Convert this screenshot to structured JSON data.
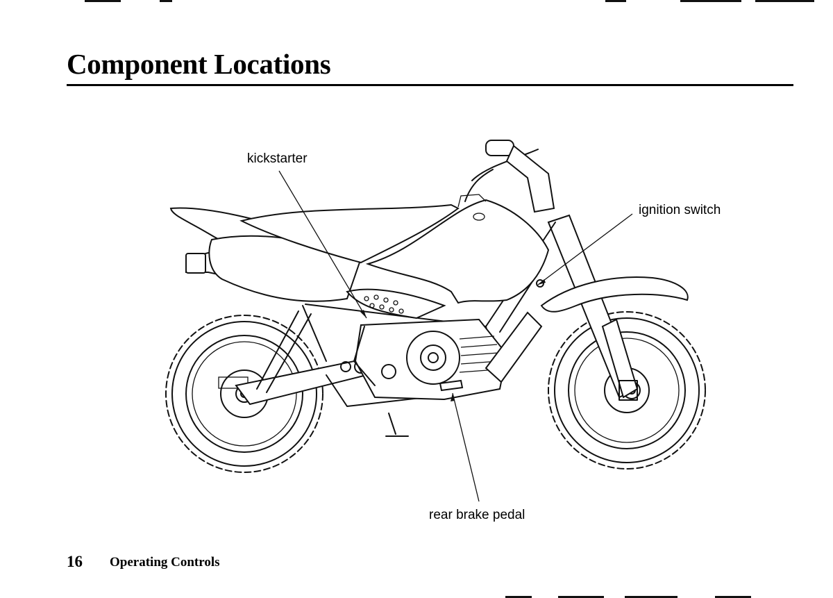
{
  "page": {
    "title": "Component Locations",
    "footer": {
      "page_number": "16",
      "section": "Operating Controls"
    }
  },
  "figure": {
    "subject": "motorcycle-illustration",
    "callouts": {
      "kickstarter": "kickstarter",
      "ignition_switch": "ignition switch",
      "rear_brake_pedal": "rear brake pedal"
    }
  }
}
